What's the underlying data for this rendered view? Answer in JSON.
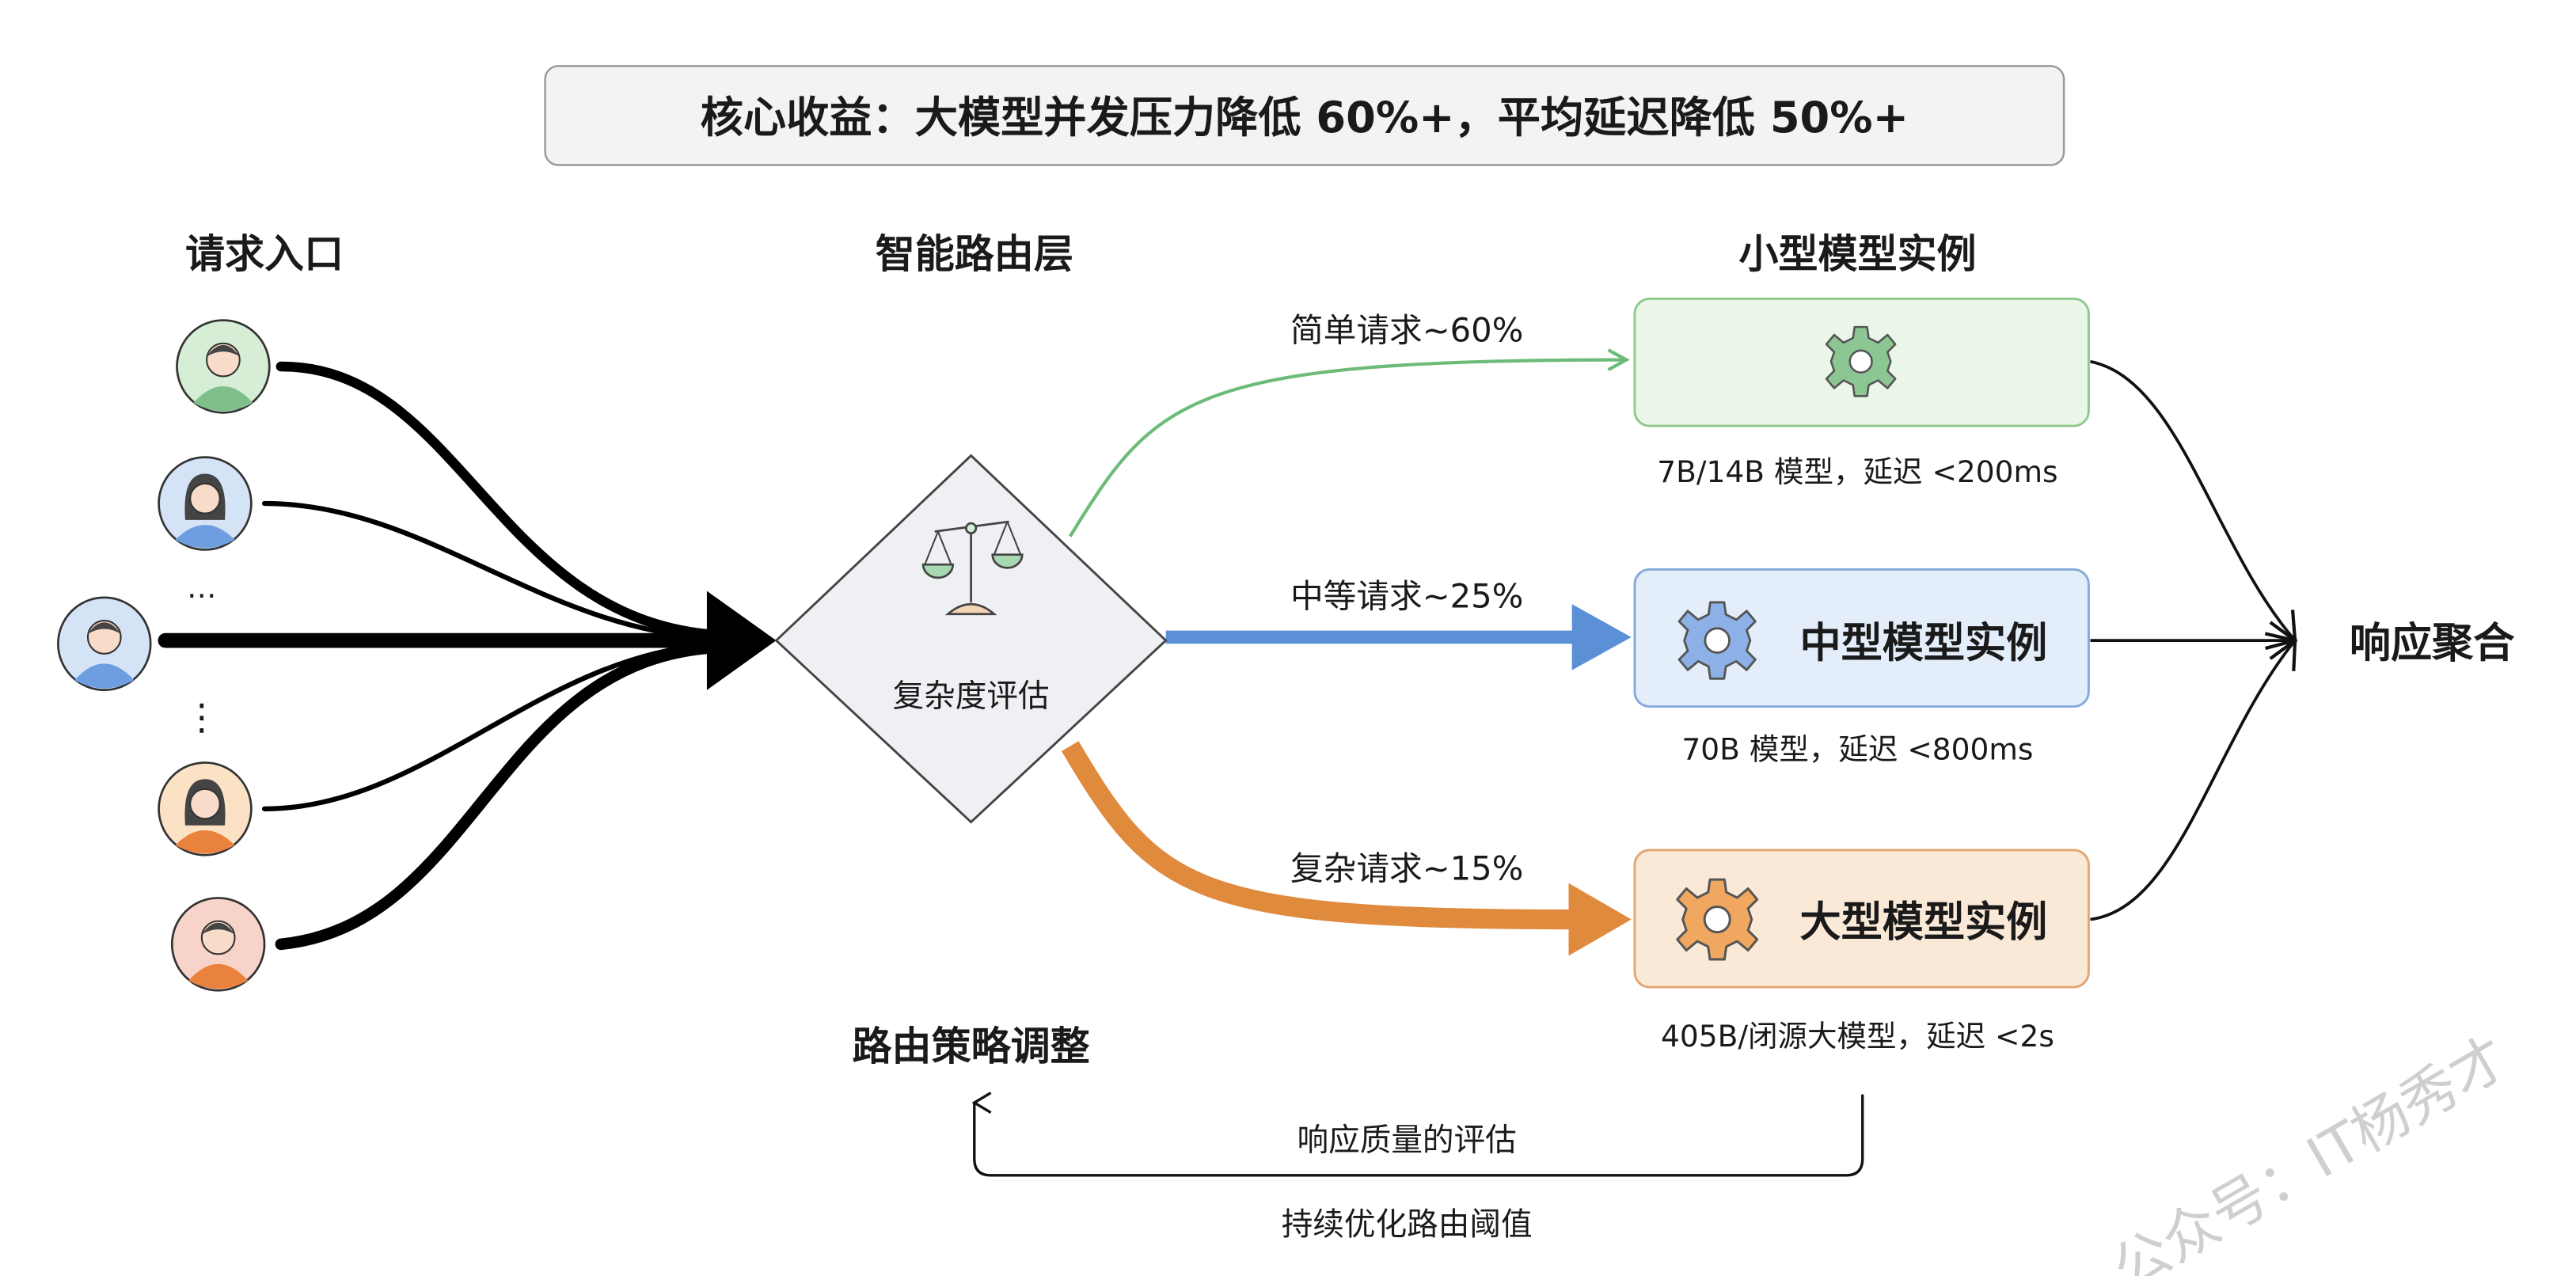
{
  "banner": "核心收益：大模型并发压力降低 60%+，平均延迟降低 50%+",
  "headers": {
    "entry": "请求入口",
    "router": "智能路由层",
    "small_models": "小型模型实例",
    "aggregate": "响应聚合",
    "strategy": "路由策略调整"
  },
  "entry": {
    "ellipsis_h": "…",
    "ellipsis_v": "⋮",
    "users": [
      "user-green",
      "user-blue-woman",
      "user-blue-man",
      "user-orange-woman",
      "user-pink-man"
    ]
  },
  "router": {
    "label": "复杂度评估",
    "icon": "scale-icon"
  },
  "routes": [
    {
      "label": "简单请求~60%",
      "color": "#6dbb78",
      "share": 60
    },
    {
      "label": "中等请求~25%",
      "color": "#5b8fd6",
      "share": 25
    },
    {
      "label": "复杂请求~15%",
      "color": "#e08a3e",
      "share": 15
    }
  ],
  "models": {
    "small": {
      "title": "",
      "desc": "7B/14B 模型，延迟 <200ms",
      "bg": "#e9f6e8",
      "border": "#8fc98c",
      "gear": "#8cc793"
    },
    "medium": {
      "title": "中型模型实例",
      "desc": "70B 模型，延迟 <800ms",
      "bg": "#e4eefb",
      "border": "#86a9d9",
      "gear": "#8db1e6"
    },
    "large": {
      "title": "大型模型实例",
      "desc": "405B/闭源大模型，延迟 <2s",
      "bg": "#fbe9d8",
      "border": "#e2a675",
      "gear": "#f0a860"
    }
  },
  "feedback": {
    "top": "响应质量的评估",
    "bottom": "持续优化路由阈值"
  },
  "watermark": "公众号：IT杨秀才"
}
